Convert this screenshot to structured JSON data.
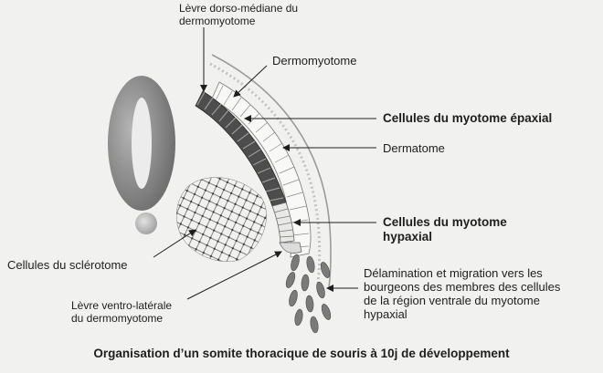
{
  "labels": {
    "levre_dorso_1": "Lèvre dorso-médiane du",
    "levre_dorso_2": "dermomyotome",
    "dermomyotome": "Dermomyotome",
    "epaxial": "Cellules du myotome épaxial",
    "dermatome": "Dermatome",
    "hypaxial_1": "Cellules du myotome",
    "hypaxial_2": "hypaxial",
    "sclerotome": "Cellules du sclérotome",
    "levre_ventro_1": "Lèvre ventro-latérale",
    "levre_ventro_2": "du dermomyotome",
    "delam_1": "Délamination et migration vers les",
    "delam_2": "bourgeons des membres des cellules",
    "delam_3": "de la région ventrale du myotome",
    "delam_4": "hypaxial"
  },
  "caption": "Organisation d’un somite thoracique de souris à 10j de développement"
}
